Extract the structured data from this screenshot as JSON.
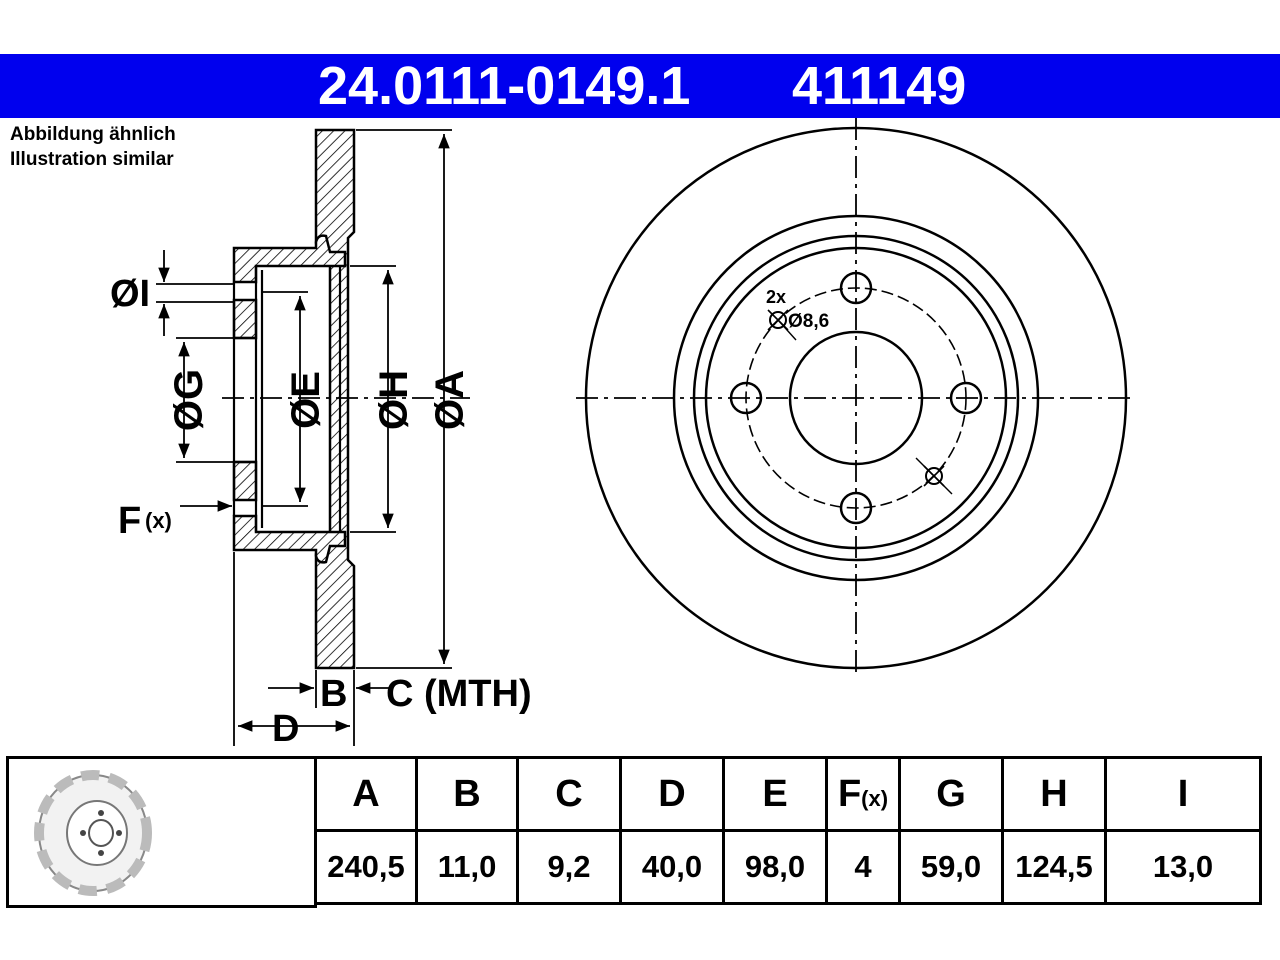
{
  "header": {
    "article_number": "24.0111-0149.1",
    "code": "411149",
    "banner_color": "#0000ee"
  },
  "notes": {
    "line1": "Abbildung ähnlich",
    "line2": "Illustration similar"
  },
  "drawing_labels": {
    "dia_i": "ØI",
    "dia_g": "ØG",
    "dia_e": "ØE",
    "dia_h": "ØH",
    "dia_a": "ØA",
    "f": "F",
    "f_sub": "(x)",
    "b": "B",
    "c": "C (MTH)",
    "d": "D",
    "hole_count": "2x",
    "hole_dia": "Ø8,6"
  },
  "spec_table": {
    "headers": [
      "A",
      "B",
      "C",
      "D",
      "E",
      "F",
      "G",
      "H",
      "I"
    ],
    "f_sub": "(x)",
    "values": [
      "240,5",
      "11,0",
      "9,2",
      "40,0",
      "98,0",
      "4",
      "59,0",
      "124,5",
      "13,0"
    ]
  }
}
